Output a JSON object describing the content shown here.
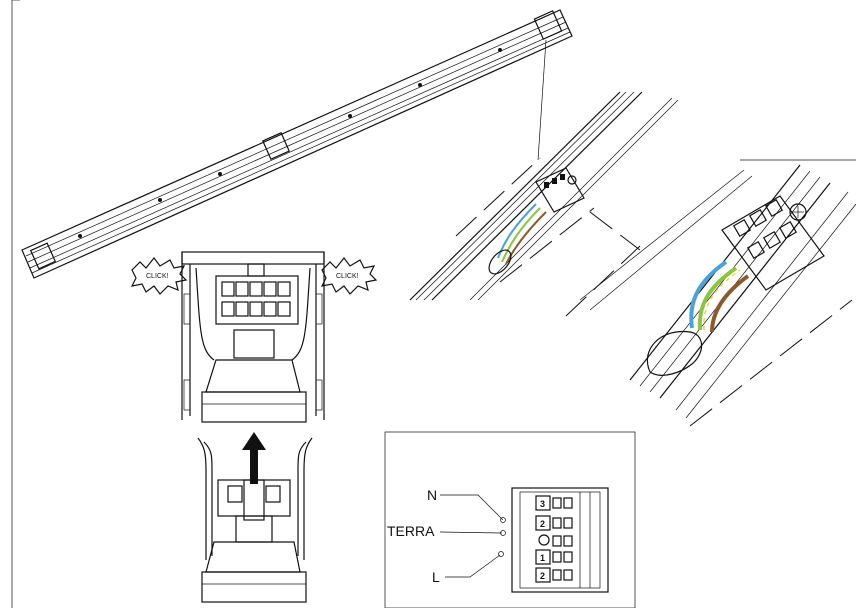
{
  "callouts": {
    "click_left": "CLICK!",
    "click_right": "CLICK!"
  },
  "terminal_labels": {
    "n": "N",
    "terra": "TERRA",
    "l": "L"
  },
  "terminal_numbers": [
    "3",
    "2",
    "1",
    "2"
  ],
  "colors": {
    "line": "#111111",
    "wire_blue": "#4aa3d8",
    "wire_green": "#8cc63f",
    "wire_yellow": "#e8d44d",
    "wire_brown": "#8b5a2b"
  }
}
